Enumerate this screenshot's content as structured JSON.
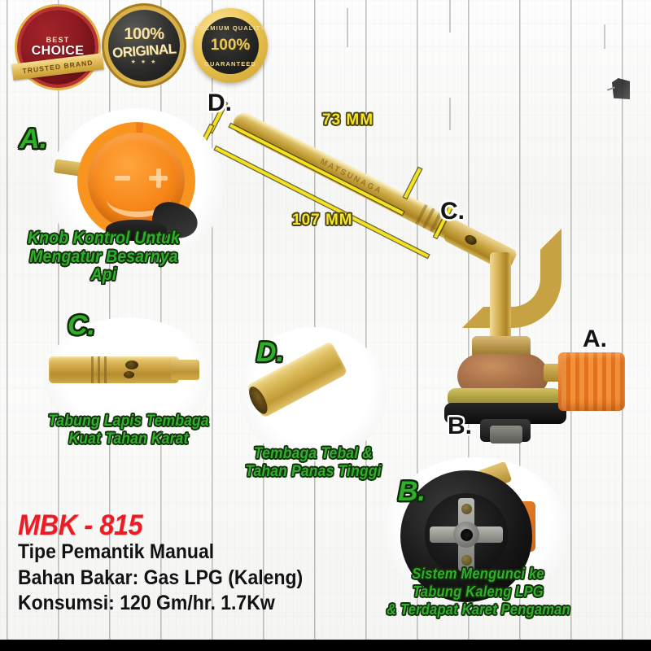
{
  "product": {
    "model": "MBK - 815",
    "spec_lines": [
      "Tipe Pemantik Manual",
      "Bahan Bakar: Gas LPG (Kaleng)",
      "Konsumsi: 120 Gm/hr. 1.7Kw"
    ],
    "brand_engraving": "MATSUNAGA"
  },
  "badges": [
    {
      "id": "best-choice",
      "top_text": "BEST",
      "main_text": "CHOICE",
      "ribbon_text": "TRUSTED BRAND"
    },
    {
      "id": "original",
      "top_text": "100%",
      "main_text": "ORIGINAL",
      "stars": "★ ★ ★"
    },
    {
      "id": "premium-quality",
      "arc_top": "PREMIUM QUALITY",
      "percent": "100%",
      "arc_bottom": "GUARANTEED"
    }
  ],
  "measurements": [
    {
      "id": "upper",
      "label": "73 MM"
    },
    {
      "id": "lower",
      "label": "107 MM"
    }
  ],
  "callouts": [
    {
      "id": "knob-control",
      "letter": "A.",
      "caption_lines": [
        "Knob Kontrol Untuk",
        "Mengatur Besarnya Api"
      ]
    },
    {
      "id": "copper-tube",
      "letter": "C.",
      "caption_lines": [
        "Tabung Lapis Tembaga",
        "Kuat Tahan Karat"
      ]
    },
    {
      "id": "thick-copper",
      "letter": "D.",
      "caption_lines": [
        "Tembaga Tebal &",
        "Tahan Panas Tinggi"
      ]
    },
    {
      "id": "locking-system",
      "letter": "B.",
      "caption_lines": [
        "Sistem Mengunci ke",
        "Tabung Kaleng LPG",
        "& Terdapat Karet Pengaman"
      ]
    }
  ],
  "product_labels": [
    {
      "id": "label-d",
      "letter": "D."
    },
    {
      "id": "label-c",
      "letter": "C."
    },
    {
      "id": "label-a",
      "letter": "A."
    },
    {
      "id": "label-b",
      "letter": "B."
    }
  ],
  "colors": {
    "caption_green": "#2fb02b",
    "model_red": "#ee1b24",
    "measurement_yellow": "#f7e52a",
    "knob_orange": "#f7881a",
    "brass": "#c09a33",
    "background": "#fbfbfa"
  }
}
